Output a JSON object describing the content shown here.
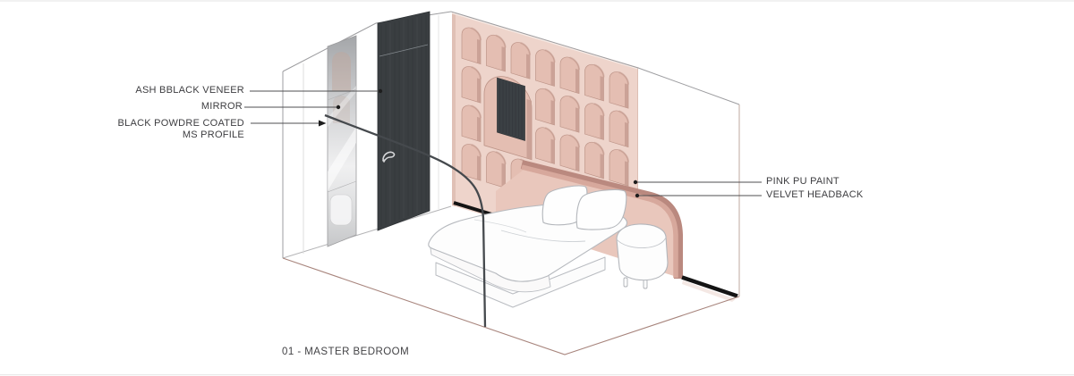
{
  "caption": "01 - MASTER BEDROOM",
  "annotations": {
    "ash_veneer": {
      "text": "ASH BBLACK VENEER"
    },
    "mirror": {
      "text": "MIRROR"
    },
    "ms_profile": {
      "line1": "BLACK POWDRE COATED",
      "line2": "MS PROFILE"
    },
    "pink_pu_paint": {
      "text": "PINK PU PAINT"
    },
    "velvet_headback": {
      "text": "VELVET HEADBACK"
    }
  },
  "colors": {
    "wallPink": "#eed4cb",
    "nichePink": "#e4beb2",
    "nicheShadow": "#c79e92",
    "nicheStroke": "#bd9488",
    "headbackPanel": "#e9c7bc",
    "velvetDark": "#ba897f",
    "velvetLight": "#d7a89c",
    "doorCharcoal": "#3a3e41",
    "tvNiche": "#3b4044",
    "skirting": "#141414",
    "floorEdge": "#a8857d",
    "leaderLine": "#4f4f51",
    "labelText": "#3d3d40"
  }
}
